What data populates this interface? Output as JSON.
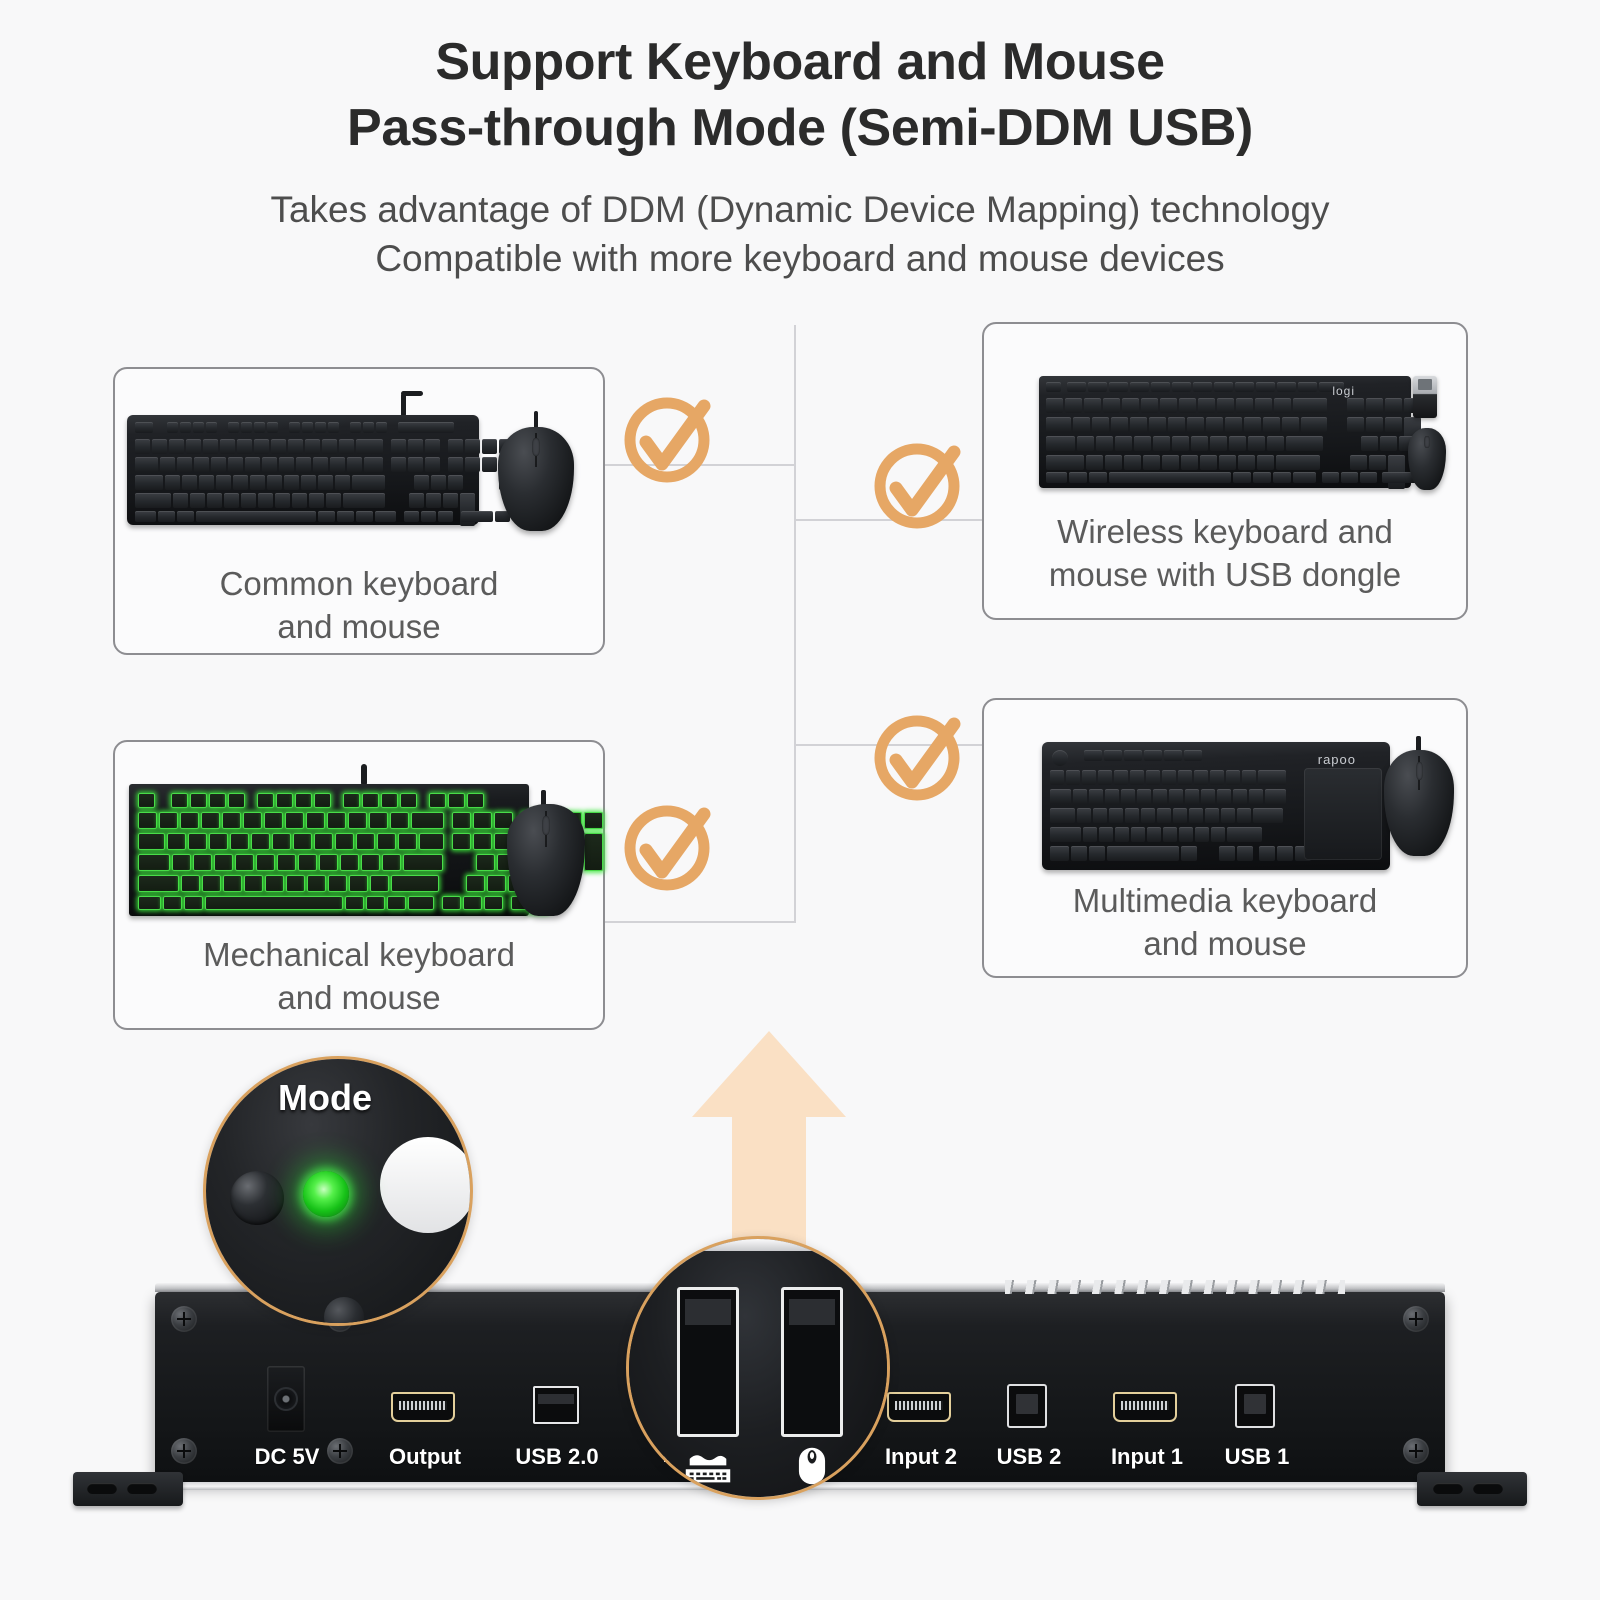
{
  "header": {
    "title_line1": "Support Keyboard and Mouse",
    "title_line2": "Pass-through Mode (Semi-DDM USB)",
    "subtitle_line1": "Takes advantage of DDM (Dynamic Device Mapping) technology",
    "subtitle_line2": "Compatible with more keyboard and mouse devices"
  },
  "devices": [
    {
      "id": "common",
      "label_line1": "Common keyboard",
      "label_line2": "and mouse",
      "check": "check-circle-icon",
      "supported": true
    },
    {
      "id": "wireless",
      "label_line1": "Wireless keyboard and",
      "label_line2": "mouse with USB dongle",
      "check": "check-circle-icon",
      "supported": true,
      "brand": "logi"
    },
    {
      "id": "mechanical",
      "label_line1": "Mechanical keyboard",
      "label_line2": "and mouse",
      "check": "check-circle-icon",
      "supported": true,
      "backlight_color": "#3ce63c"
    },
    {
      "id": "multimedia",
      "label_line1": "Multimedia keyboard",
      "label_line2": "and mouse",
      "check": "check-circle-icon",
      "supported": true,
      "brand": "rapoo"
    }
  ],
  "kvm": {
    "ports": [
      {
        "label": "DC 5V",
        "type": "dc-power-jack"
      },
      {
        "label": "Output",
        "type": "hdmi-port"
      },
      {
        "label": "USB 2.0",
        "type": "usb-a-port"
      },
      {
        "label": "",
        "type": "usb-a-port",
        "icon": "keyboard-icon"
      },
      {
        "label": "",
        "type": "usb-a-port",
        "icon": "mouse-icon"
      },
      {
        "label": "Input 2",
        "type": "hdmi-port"
      },
      {
        "label": "USB 2",
        "type": "usb-b-port"
      },
      {
        "label": "Input 1",
        "type": "hdmi-port"
      },
      {
        "label": "USB 1",
        "type": "usb-b-port"
      }
    ],
    "callouts": {
      "mode": {
        "label": "Mode",
        "led_color": "#3ce63c",
        "led_state": "on"
      },
      "usb_zoom": {
        "keyboard_icon": "keyboard-icon",
        "mouse_icon": "mouse-icon"
      }
    }
  },
  "colors": {
    "background": "#f8f8f9",
    "accent_orange": "#e09e5d",
    "arrow_fill": "#fae0c4",
    "card_border": "#8d8d91",
    "connector_line": "#d2d2d6",
    "title_text": "#2b2b2b",
    "subtitle_text": "#4d4d4d",
    "label_text": "#5b5b5b",
    "led_green": "#3ce63c"
  }
}
